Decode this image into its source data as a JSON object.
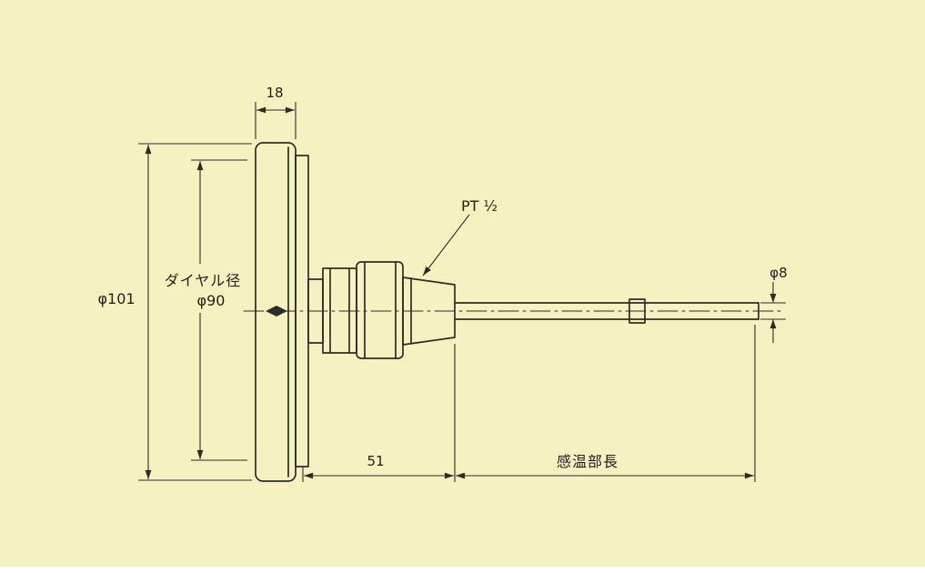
{
  "meta": {
    "description": "Dimensional side-view drawing of a bimetal dial thermometer with threaded stem"
  },
  "colors": {
    "background": "#f6f1c1",
    "line": "#2e2c28",
    "text": "#23211d"
  },
  "dimensions": {
    "case_thickness": "18",
    "overall_diameter": "φ101",
    "dial_diameter_label": "ダイヤル径",
    "dial_diameter_value": "φ90",
    "thread_label": "PT ½",
    "fitting_length": "51",
    "sensing_length_label": "感温部長",
    "stem_diameter": "φ8"
  }
}
